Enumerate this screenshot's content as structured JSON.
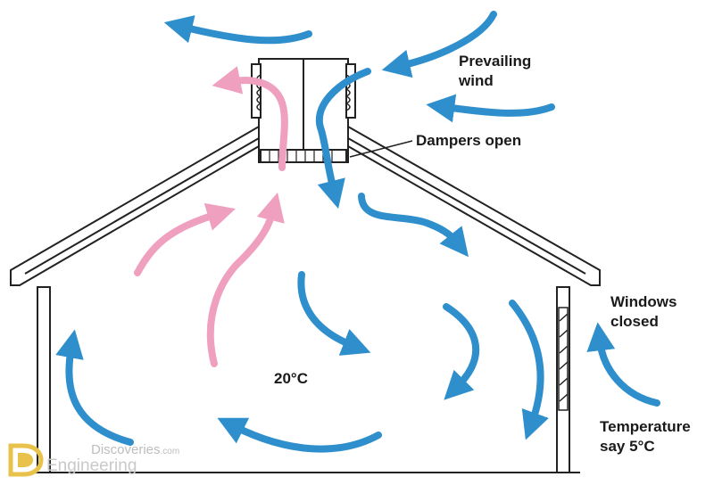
{
  "labels": {
    "prevailing_wind": "Prevailing\nwind",
    "dampers_open": "Dampers open",
    "windows_closed": "Windows\nclosed",
    "inside_temp": "20°C",
    "outside_temp": "Temperature\nsay 5°C"
  },
  "watermark": {
    "line1": "Discoveries",
    "line1_suffix": ".com",
    "line2": "Engineering"
  },
  "colors": {
    "cool_air": "#2e8fcc",
    "warm_air": "#f0a0bf",
    "structure": "#222222",
    "watermark": "#c8c8c8"
  }
}
